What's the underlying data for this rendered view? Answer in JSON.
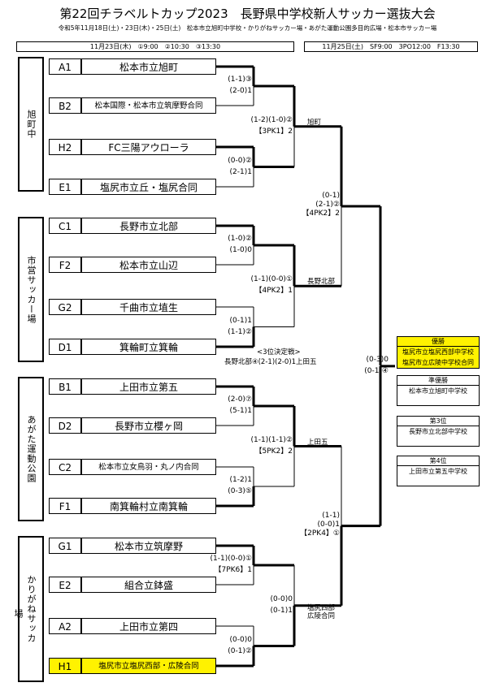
{
  "header": {
    "title": "第22回チラベルトカップ2023　長野県中学校新人サッカー選抜大会",
    "subtitle": "令和5年11月18日(土)・23日(木)・25日(土)　松本市立旭町中学校・かりがねサッカー場・あがた運動公園多目的広場・松本市サッカー場"
  },
  "schedule": {
    "day1": "11月23日(木)　①9:00　②10:30　③13:30",
    "day2": "11月25日(土)　SF9:00　3PO12:00　F13:30"
  },
  "venues": [
    "旭町中",
    "市営サッカー場",
    "あがた運動公園",
    "かりがねサッカー場"
  ],
  "teams": [
    {
      "code": "A1",
      "name": "松本市立旭町"
    },
    {
      "code": "B2",
      "name": "松本国際・松本市立筑摩野合同"
    },
    {
      "code": "H2",
      "name": "FC三陽アウローラ"
    },
    {
      "code": "E1",
      "name": "塩尻市立丘・塩尻合同"
    },
    {
      "code": "C1",
      "name": "長野市立北部"
    },
    {
      "code": "F2",
      "name": "松本市立山辺"
    },
    {
      "code": "G2",
      "name": "千曲市立埴生"
    },
    {
      "code": "D1",
      "name": "箕輪町立箕輪"
    },
    {
      "code": "B1",
      "name": "上田市立第五"
    },
    {
      "code": "D2",
      "name": "長野市立櫻ヶ岡"
    },
    {
      "code": "C2",
      "name": "松本市立女鳥羽・丸ノ内合同"
    },
    {
      "code": "F1",
      "name": "南箕輪村立南箕輪"
    },
    {
      "code": "G1",
      "name": "松本市立筑摩野"
    },
    {
      "code": "E2",
      "name": "組合立鉢盛"
    },
    {
      "code": "A2",
      "name": "上田市立第四"
    },
    {
      "code": "H1",
      "name": "塩尻市立塩尻西部・広陵合同"
    }
  ],
  "r1": [
    {
      "top": "(1-1)③",
      "bottom": "(2-0)1"
    },
    {
      "top": "(0-0)②",
      "bottom": "(2-1)1"
    },
    {
      "top": "(1-0)②",
      "bottom": "(1-0)0"
    },
    {
      "top": "(0-1)1",
      "bottom": "(1-1)②"
    },
    {
      "top": "(2-0)⑦",
      "bottom": "(5-1)1"
    },
    {
      "top": "(1-2)1",
      "bottom": "(0-3)⑤"
    },
    {
      "top": "(1-1)(0-0)①",
      "bottom": "【7PK6】1"
    },
    {
      "top": "(0-0)0",
      "bottom": "(0-1)②"
    }
  ],
  "r2": [
    {
      "top": "(1-2)(1-0)②",
      "bottom": "【3PK1】2",
      "winner": "旭町"
    },
    {
      "top": "(1-1)(0-0)①",
      "bottom": "【4PK2】1",
      "winner": "長野北部"
    },
    {
      "top": "(1-1)(1-1)②",
      "bottom": "【5PK2】2",
      "winner": "上田五"
    },
    {
      "top": "(0-0)0",
      "bottom": "(0-1)1",
      "winner": "塩尻西部\n広陵合同"
    }
  ],
  "sf": [
    {
      "l1": "(0-1)",
      "l2": "(2-1)②",
      "l3": "【4PK2】2"
    },
    {
      "l1": "(1-1)",
      "l2": "(0-0)1",
      "l3": "【2PK4】①"
    }
  ],
  "final": {
    "top": "(0-3)0",
    "bottom": "(0-1)④"
  },
  "third_place": {
    "label": "<3位決定戦>",
    "score": "長野北部④(2-1)(2-0)1上田五"
  },
  "results": [
    {
      "title": "優勝",
      "lines": [
        "塩尻市立塩尻西部中学校",
        "塩尻市立広陵中学校合同"
      ],
      "color": "#fff200"
    },
    {
      "title": "準優勝",
      "lines": [
        "松本市立旭町中学校"
      ],
      "color": "#ffffff"
    },
    {
      "title": "第3位",
      "lines": [
        "長野市立北部中学校"
      ],
      "color": "#ffffff"
    },
    {
      "title": "第4位",
      "lines": [
        "上田市立第五中学校"
      ],
      "color": "#ffffff"
    }
  ]
}
